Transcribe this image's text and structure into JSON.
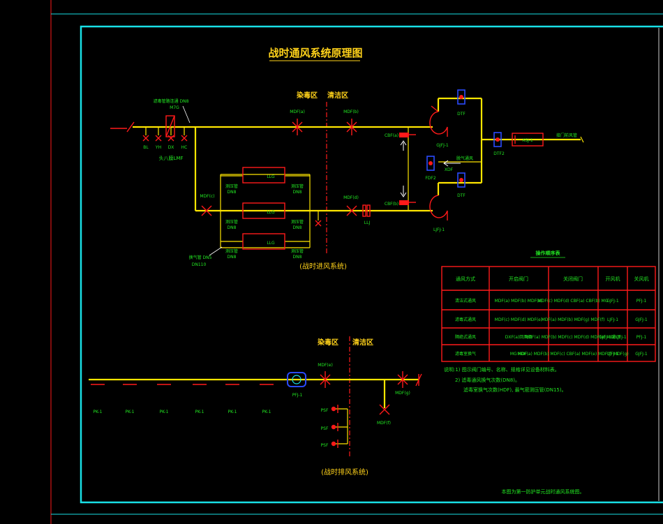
{
  "title": "战时通风系统原理图",
  "zones": {
    "dirty": "染毒区",
    "clean": "清洁区"
  },
  "supply": {
    "labels": {
      "filter_pipe_1": "滤毒管路连通 DN8",
      "filter_pipe_2": "M7G",
      "valve_bl": "BL",
      "valve_yh": "YH",
      "valve_dx": "DX",
      "valve_hc": "HC",
      "explosion": "头八膜LMF",
      "mdf_a_top": "MDF(a)",
      "mdf_b_top": "MDF(b)",
      "mdf_c": "MDF(c)",
      "mdf_d": "MDF(d)",
      "cbf_a": "CBF(a)",
      "cbf_b": "CBF(b)",
      "fan_1": "GJFJ-1",
      "fan_2": "LJFJ-1",
      "dtf_top": "DTF",
      "dtf_bottom": "DTF",
      "dtf_2": "DTF2",
      "fdf": "FDF2",
      "jfg_label": "脱气通风",
      "jfg_2": "XDF",
      "xsj": "XSJ-1",
      "to_shelter": "接门前风管",
      "ljj": "LLJ",
      "gas_pipe_1": "换气管 DN5",
      "gas_pipe_2": "DN110",
      "system_caption": "(战时进风系统)"
    },
    "filters": [
      {
        "name": "LLG",
        "tag_left": "测压管",
        "tag_left_2": "DN8",
        "tag_right": "测压管",
        "tag_right_2": "DN8"
      },
      {
        "name": "LLG",
        "tag_left": "测压管",
        "tag_left_2": "DN8",
        "tag_right": "测压管",
        "tag_right_2": "DN8"
      },
      {
        "name": "LLG",
        "tag_left": "测压管",
        "tag_left_2": "DN8",
        "tag_right": "测压管",
        "tag_right_2": "DN8"
      }
    ]
  },
  "exhaust": {
    "fans": [
      "PK-1",
      "PK-1",
      "PK-1",
      "PK-1",
      "PK-1",
      "PK-1"
    ],
    "pfj": "PFJ-1",
    "mdf_e": "MDF(e)",
    "mdf_g": "MDF(g)",
    "mdf_f": "MDF(f)",
    "psf": [
      "PSF",
      "PSF",
      "PSF"
    ],
    "system_caption": "(战时排风系统)"
  },
  "table": {
    "title": "操作顺序表",
    "headers": [
      "通风方式",
      "开启阀门",
      "关闭阀门",
      "开风机",
      "关风机"
    ],
    "rows": [
      {
        "mode": "清洁式通风",
        "open": "MDF(a) MDF(b) MDF(e)",
        "close": "MDF(c) MDF(d) CBF(a) CBF(b) MG",
        "fan_on": "GJFJ-1",
        "fan_off": "PFJ-1"
      },
      {
        "mode": "滤毒式通风",
        "open": "MDF(c) MDF(d) MDF(e)",
        "close": "MDF(a) MDF(b) MDF(g) MDF(f)",
        "fan_on": "LJFJ-1",
        "fan_off": "GJFJ-1"
      },
      {
        "mode": "隔绝式通风",
        "open": "DXF(a)回风阀",
        "close": "MDF(a) MDF(b) MDF(c) MDF(d) MDF(e) MDF(f)",
        "fan_on": "GJFJ-1或LJFJ-1",
        "fan_off": "PFJ-1"
      },
      {
        "mode": "滤毒室换气",
        "open": "MG HDF",
        "close": "MDF(a) MDF(b) MDF(c) CBF(a) MDF(e) MDF(f) MDF(g)",
        "fan_on": "LJFJ-1",
        "fan_off": "GJFJ-1"
      }
    ]
  },
  "notes": [
    "说明:1) 图示阀门编号、名称、规格详见设备材料表。",
    "2) 滤毒通风换气次数(DN8)。",
    "滤毒室换气次数(HDF), 最气密测压管(DN15)。"
  ],
  "footer": "本图为第一防护单元战时通风系统图。"
}
